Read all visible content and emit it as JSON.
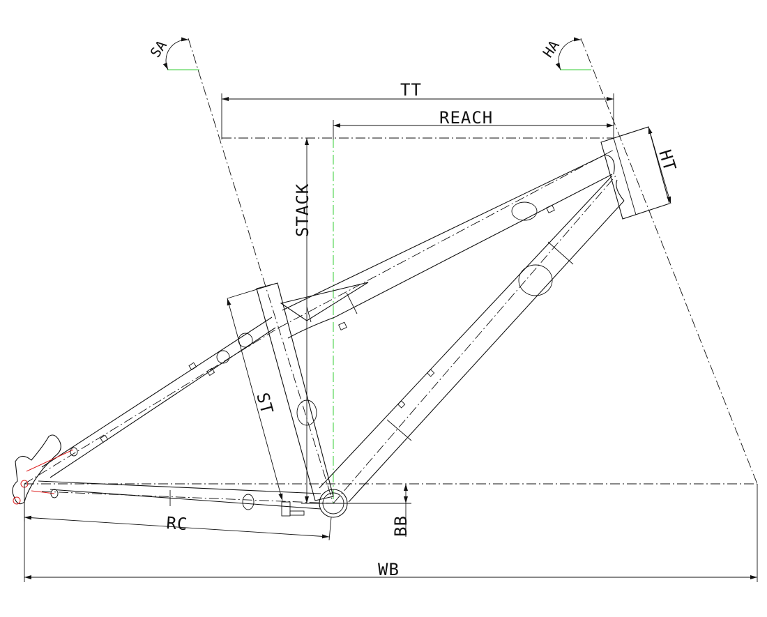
{
  "diagram": {
    "labels": {
      "tt": "TT",
      "reach": "REACH",
      "stack": "STACK",
      "ht": "HT",
      "st": "ST",
      "rc": "RC",
      "bb": "BB",
      "wb": "WB",
      "sa": "SA",
      "ha": "HA"
    },
    "colors": {
      "line": "#111111",
      "guide": "#33cc33",
      "accent": "#dd2222",
      "background": "#ffffff"
    }
  }
}
